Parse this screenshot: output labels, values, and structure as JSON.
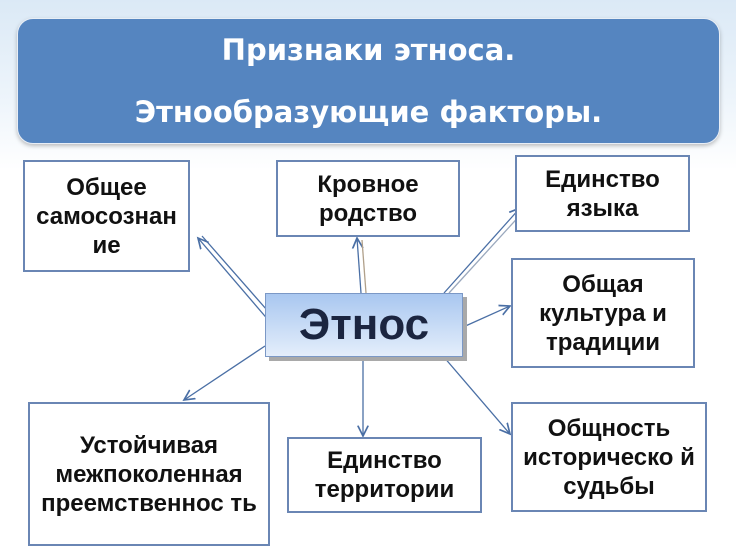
{
  "title": {
    "line1": "Признаки этноса.",
    "line2": "Этнообразующие факторы."
  },
  "center": "Этнос",
  "factors": [
    "Общее самосознан ие",
    "Кровное родство",
    "Единство языка",
    "Общая культура и традиции",
    "Устойчивая межпоколенная преемственнос ть",
    "Единство территории",
    "Общность историческо й судьбы"
  ],
  "colors": {
    "banner": "#5585c0",
    "border": "#6a86b4",
    "arrow": "#4a6fa5"
  }
}
